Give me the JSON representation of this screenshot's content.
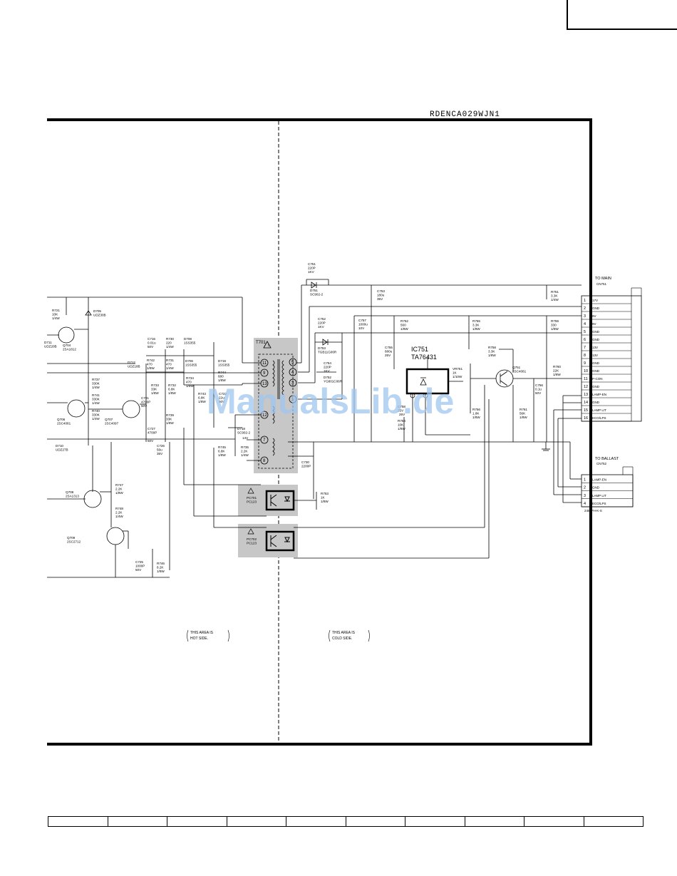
{
  "drawing_code": "RDENCA029WJN1",
  "watermark": "ManualsLib.de",
  "ic751": {
    "ref": "IC751",
    "part": "TA76431"
  },
  "t701": "T701",
  "to_main": {
    "title": "TO MAIN",
    "connector": "CN751",
    "pins": [
      {
        "num": "1",
        "name": "17V"
      },
      {
        "num": "2",
        "name": "GND"
      },
      {
        "num": "3",
        "name": "9V"
      },
      {
        "num": "4",
        "name": "9V"
      },
      {
        "num": "5",
        "name": "GND"
      },
      {
        "num": "6",
        "name": "GND"
      },
      {
        "num": "7",
        "name": "13V"
      },
      {
        "num": "8",
        "name": "13V"
      },
      {
        "num": "9",
        "name": "GND"
      },
      {
        "num": "10",
        "name": "GND"
      },
      {
        "num": "11",
        "name": "P-CON"
      },
      {
        "num": "12",
        "name": "GND"
      },
      {
        "num": "13",
        "name": "LAMP-EN"
      },
      {
        "num": "14",
        "name": "GND"
      },
      {
        "num": "15",
        "name": "LAMP LIT"
      },
      {
        "num": "16",
        "name": "ECO/LPS"
      }
    ]
  },
  "to_ballast": {
    "title": "TO BALLAST",
    "connector": "CN752",
    "note": "24B-PH-K-S",
    "pins": [
      {
        "num": "1",
        "name": "LAMP-EN"
      },
      {
        "num": "2",
        "name": "GND"
      },
      {
        "num": "3",
        "name": "LAMP LIT"
      },
      {
        "num": "4",
        "name": "ECO/LPS"
      }
    ]
  },
  "hot_note": [
    "THIS AREA IS",
    "HOT SIDE."
  ],
  "cold_note": [
    "THIS AREA IS",
    "COLD SIDE."
  ],
  "labels": {
    "c751": [
      "C751",
      "220P",
      "1KV"
    ],
    "d751": [
      "D751",
      "SC902-2"
    ],
    "c753": [
      "C753",
      "180u",
      "35V"
    ],
    "r751": [
      "R751",
      "3.3K",
      "1/4W"
    ],
    "c752": [
      "C752",
      "220P",
      "1KV"
    ],
    "d753": [
      "D753",
      "TGB11G06R"
    ],
    "c757": [
      "C757",
      "1000u",
      "10V"
    ],
    "r752": [
      "R752",
      "560",
      "1/8W"
    ],
    "r755": [
      "R755",
      "3.3K",
      "1/8W"
    ],
    "r759": [
      "R759",
      "330",
      "1/8W"
    ],
    "c755": [
      "C755",
      "680u",
      "25V"
    ],
    "c754": [
      "C754",
      "220P",
      "1KV"
    ],
    "d752": [
      "D752",
      "YG801C06R"
    ],
    "r758": [
      "R758",
      "3.3K",
      "1/8W"
    ],
    "q751": [
      "Q751",
      "2SC4081"
    ],
    "vr751": [
      "VR751",
      "1K",
      "1/10W"
    ],
    "r760": [
      "R760",
      "22K",
      "1/8W"
    ],
    "c756": [
      "C756",
      "0.1u",
      "50V"
    ],
    "r756": [
      "R756",
      "1.8K",
      "1/8W"
    ],
    "r761": [
      "R761",
      "56K",
      "1/8W"
    ],
    "r754": [
      "R754",
      "10K",
      "1/8W"
    ],
    "c758": [
      "C758",
      "25V"
    ],
    "c730": [
      "C730",
      "2200P"
    ],
    "r753": [
      "R753",
      "1K",
      "1/8W"
    ],
    "pc701": [
      "PC701",
      "PC123"
    ],
    "pc702": [
      "PC702",
      "PC123"
    ],
    "r721": [
      "R721",
      "10K",
      "1/4W"
    ],
    "d705": [
      "D705",
      "UDZ30B"
    ],
    "q704": [
      "Q704",
      "2SA1812"
    ],
    "d711": [
      "D711",
      "UDZ20B"
    ],
    "c716": [
      "C716",
      "0.01u",
      "50V"
    ],
    "r730": [
      "R730",
      "220",
      "1/4W"
    ],
    "d708": [
      "D708",
      "1SS355"
    ],
    "r742": [
      "R742",
      "470",
      "1/8W"
    ],
    "r731": [
      "R731",
      "470",
      "1/4W"
    ],
    "d706": [
      "D706",
      "1SS355"
    ],
    "d719": [
      "D719",
      "1SS355"
    ],
    "d712": [
      "D712",
      "UDZ18B"
    ],
    "r744": [
      "R744",
      "680",
      "1/8W"
    ],
    "r737": [
      "R737",
      "330K",
      "1/4W"
    ],
    "r741": [
      "R741",
      "330K",
      "1/4W"
    ],
    "r740": [
      "R740",
      "330K",
      "1/4W"
    ],
    "q706": [
      "Q706",
      "2SC4081"
    ],
    "q707": [
      "Q707",
      "2SC4097"
    ],
    "c721": [
      "C721",
      "4700P",
      "50V"
    ],
    "r733": [
      "R733",
      "33K",
      "1/8W"
    ],
    "r732": [
      "R732",
      "6.8K",
      "1/8W"
    ],
    "r734": [
      "R734",
      "470",
      "1/8W"
    ],
    "r743": [
      "R743",
      "6.8K",
      "1/8W"
    ],
    "c722": [
      "C722",
      "22u",
      "50V"
    ],
    "r739": [
      "R739",
      "33K",
      "1/8W"
    ],
    "c727": [
      "C727",
      "4700P"
    ],
    "d710": [
      "D710",
      "UDZ27B"
    ],
    "c726": [
      "C726",
      "56u",
      "35V"
    ],
    "d718": [
      "D718",
      "SC902-2"
    ],
    "r745": [
      "R745",
      "6.8K",
      "1/8W"
    ],
    "r735": [
      "R735",
      "2.2K",
      "1/4W"
    ],
    "q708": [
      "Q708",
      "2SA1313"
    ],
    "r747": [
      "R747",
      "2.2K",
      "1/8W"
    ],
    "r748": [
      "R748",
      "2.2K",
      "1/4W"
    ],
    "q709": [
      "Q709",
      "2SC2712"
    ],
    "c725": [
      "C725",
      "1000P",
      "50V"
    ],
    "r746": [
      "R746",
      "8.2K",
      "1/8W"
    ],
    "v50": "50V",
    "v14": "14V",
    "v25": "25V"
  }
}
